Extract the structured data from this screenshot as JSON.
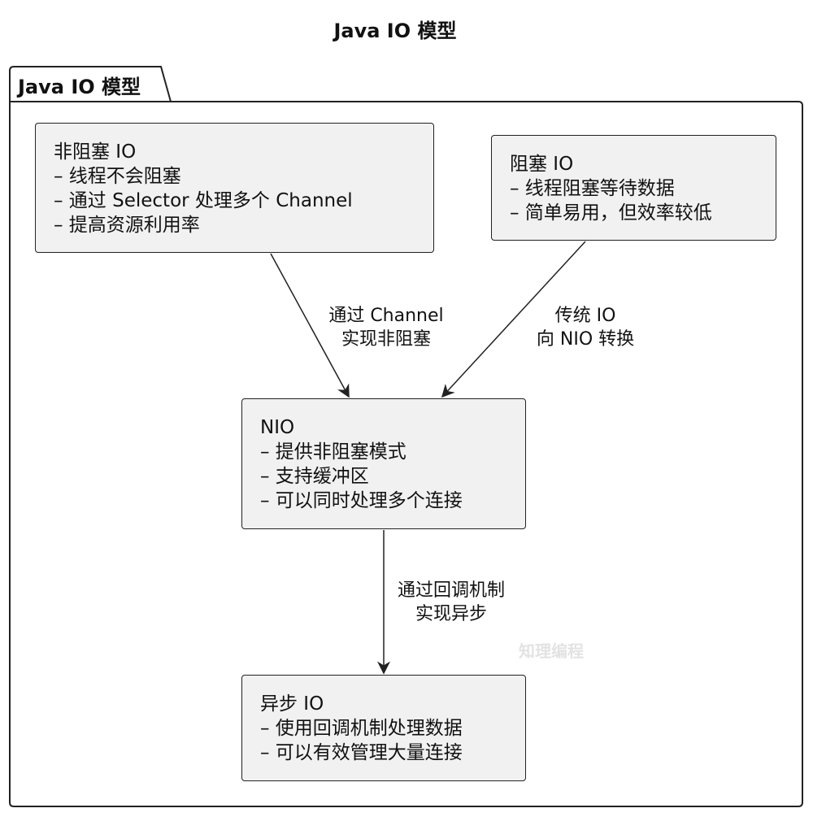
{
  "diagram": {
    "title": "Java IO 模型",
    "package_label": "Java IO 模型",
    "nodes": {
      "nonblocking": {
        "title": "非阻塞 IO",
        "lines": [
          "– 线程不会阻塞",
          "– 通过 Selector 处理多个 Channel",
          "– 提高资源利用率"
        ]
      },
      "blocking": {
        "title": "阻塞 IO",
        "lines": [
          "– 线程阻塞等待数据",
          "– 简单易用，但效率较低"
        ]
      },
      "nio": {
        "title": "NIO",
        "lines": [
          "– 提供非阻塞模式",
          "– 支持缓冲区",
          "– 可以同时处理多个连接"
        ]
      },
      "async": {
        "title": "异步 IO",
        "lines": [
          "– 使用回调机制处理数据",
          "– 可以有效管理大量连接"
        ]
      }
    },
    "edges": [
      {
        "from": "nonblocking",
        "to": "nio",
        "label": [
          "通过 Channel",
          "实现非阻塞"
        ]
      },
      {
        "from": "blocking",
        "to": "nio",
        "label": [
          "传统 IO",
          "向 NIO 转换"
        ]
      },
      {
        "from": "nio",
        "to": "async",
        "label": [
          "通过回调机制",
          "实现异步"
        ]
      }
    ],
    "watermark": "知理编程",
    "colors": {
      "node_fill": "#f1f1f1",
      "stroke": "#222222",
      "background": "#ffffff"
    }
  }
}
